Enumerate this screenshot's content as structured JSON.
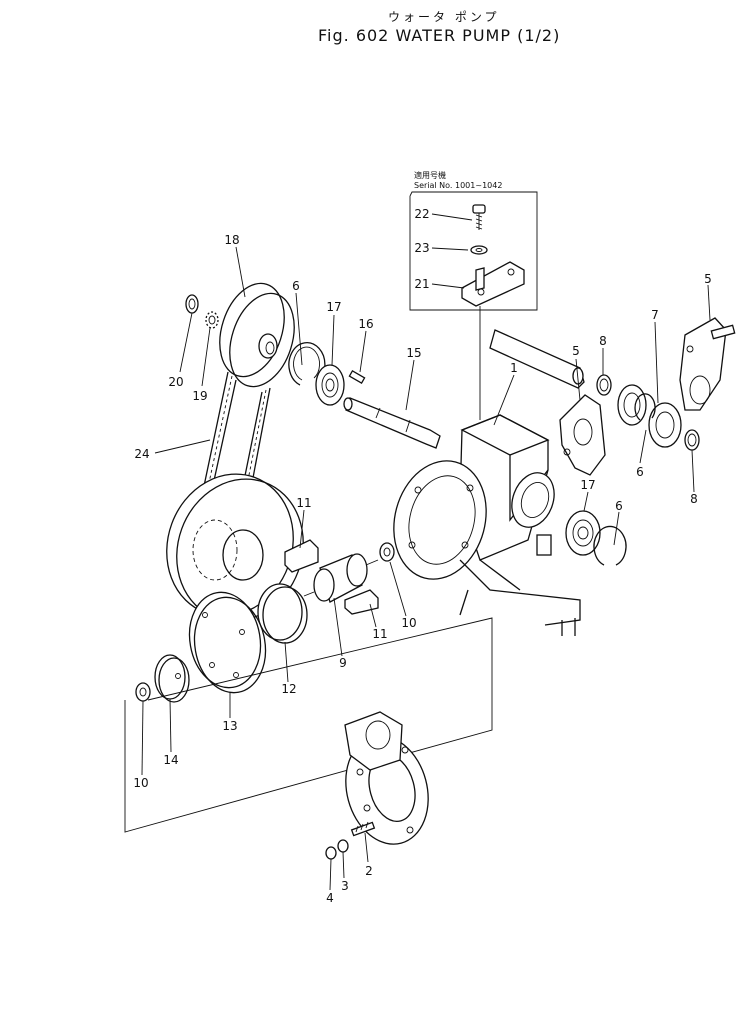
{
  "header": {
    "title_jp": "ウォータ ポンプ",
    "title_en": "Fig. 602 WATER PUMP (1/2)"
  },
  "inset": {
    "applicable_jp": "適用号機",
    "serial": "Serial No. 1001~1042"
  },
  "callouts": {
    "c22": "22",
    "c23": "23",
    "c21": "21",
    "c18": "18",
    "c6a": "6",
    "c17a": "17",
    "c16": "16",
    "c15": "15",
    "c1": "1",
    "c20": "20",
    "c19": "19",
    "c24": "24",
    "c5a": "5",
    "c5b": "5",
    "c8a": "8",
    "c7": "7",
    "c6b": "6",
    "c8b": "8",
    "c17b": "17",
    "c6c": "6",
    "c11a": "11",
    "c11b": "11",
    "c10a": "10",
    "c9": "9",
    "c12": "12",
    "c13": "13",
    "c14": "14",
    "c10b": "10",
    "c2": "2",
    "c3": "3",
    "c4": "4"
  }
}
